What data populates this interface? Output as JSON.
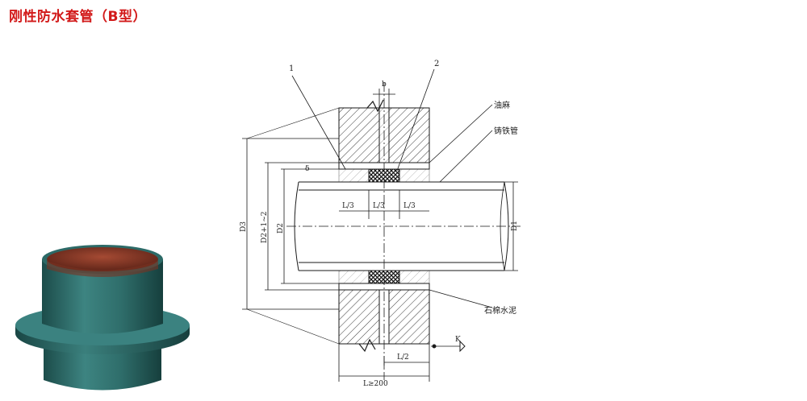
{
  "title": "刚性防水套管（B型）",
  "colors": {
    "title": "#d21a1a",
    "sleeve_body": "#2f6e6b",
    "sleeve_inner": "#8a3a2a",
    "line": "#1a1a1a"
  },
  "labels": {
    "callout_1": "1",
    "callout_2": "2",
    "b": "b",
    "delta": "δ",
    "oil_hemp": "油麻",
    "cast_iron_pipe": "铸铁管",
    "asbestos_cement": "石棉水泥",
    "K": "K",
    "L3_a": "L/3",
    "L3_b": "L/3",
    "L3_c": "L/3",
    "L2": "L/2",
    "L_min": "L≥200",
    "D1": "D1",
    "D2": "D2",
    "D2_expr": "D2+1~2",
    "D3": "D3"
  }
}
